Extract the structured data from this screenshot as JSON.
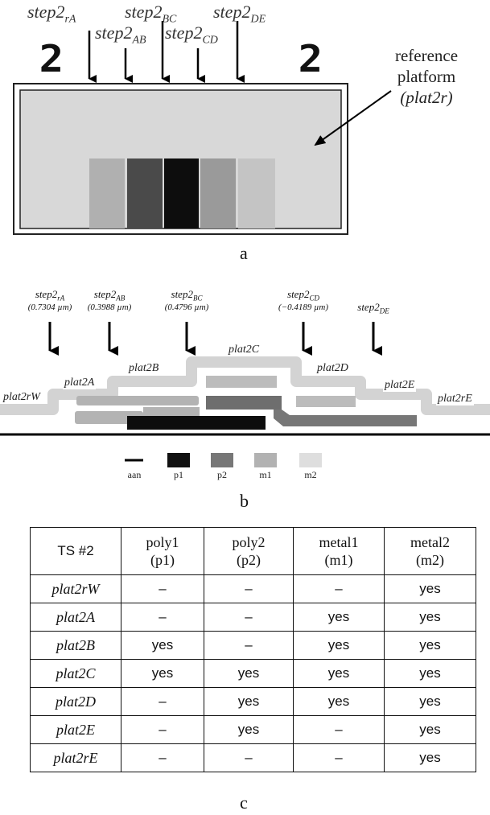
{
  "panel_a": {
    "letter": "a",
    "glyph": "2",
    "steps": [
      {
        "base": "step2",
        "sub": "rA"
      },
      {
        "base": "step2",
        "sub": "AB"
      },
      {
        "base": "step2",
        "sub": "BC"
      },
      {
        "base": "step2",
        "sub": "CD"
      },
      {
        "base": "step2",
        "sub": "DE"
      }
    ],
    "reference": {
      "line1": "reference",
      "line2": "platform",
      "line3": "(plat2r)"
    }
  },
  "panel_b": {
    "letter": "b",
    "steps": [
      {
        "base": "step2",
        "sub": "rA",
        "value": "(0.7304 µm)"
      },
      {
        "base": "step2",
        "sub": "AB",
        "value": "(0.3988 µm)"
      },
      {
        "base": "step2",
        "sub": "BC",
        "value": "(0.4796 µm)"
      },
      {
        "base": "step2",
        "sub": "CD",
        "value": "(−0.4189 µm)"
      },
      {
        "base": "step2",
        "sub": "DE",
        "value": ""
      }
    ],
    "platforms": [
      "plat2rW",
      "plat2A",
      "plat2B",
      "plat2C",
      "plat2D",
      "plat2E",
      "plat2rE"
    ],
    "legend": [
      {
        "label": "aan",
        "color": "#000000"
      },
      {
        "label": "p1",
        "color": "#111111"
      },
      {
        "label": "p2",
        "color": "#777777"
      },
      {
        "label": "m1",
        "color": "#b2b2b2"
      },
      {
        "label": "m2",
        "color": "#dedede"
      }
    ]
  },
  "panel_c": {
    "letter": "c",
    "header": {
      "corner": "TS #2",
      "cols": [
        {
          "line1": "poly1",
          "line2": "(p1)"
        },
        {
          "line1": "poly2",
          "line2": "(p2)"
        },
        {
          "line1": "metal1",
          "line2": "(m1)"
        },
        {
          "line1": "metal2",
          "line2": "(m2)"
        }
      ]
    },
    "rows": [
      {
        "name": "plat2rW",
        "cells": [
          "–",
          "–",
          "–",
          "yes"
        ]
      },
      {
        "name": "plat2A",
        "cells": [
          "–",
          "–",
          "yes",
          "yes"
        ]
      },
      {
        "name": "plat2B",
        "cells": [
          "yes",
          "–",
          "yes",
          "yes"
        ]
      },
      {
        "name": "plat2C",
        "cells": [
          "yes",
          "yes",
          "yes",
          "yes"
        ]
      },
      {
        "name": "plat2D",
        "cells": [
          "–",
          "yes",
          "yes",
          "yes"
        ]
      },
      {
        "name": "plat2E",
        "cells": [
          "–",
          "yes",
          "–",
          "yes"
        ]
      },
      {
        "name": "plat2rE",
        "cells": [
          "–",
          "–",
          "–",
          "yes"
        ]
      }
    ]
  }
}
